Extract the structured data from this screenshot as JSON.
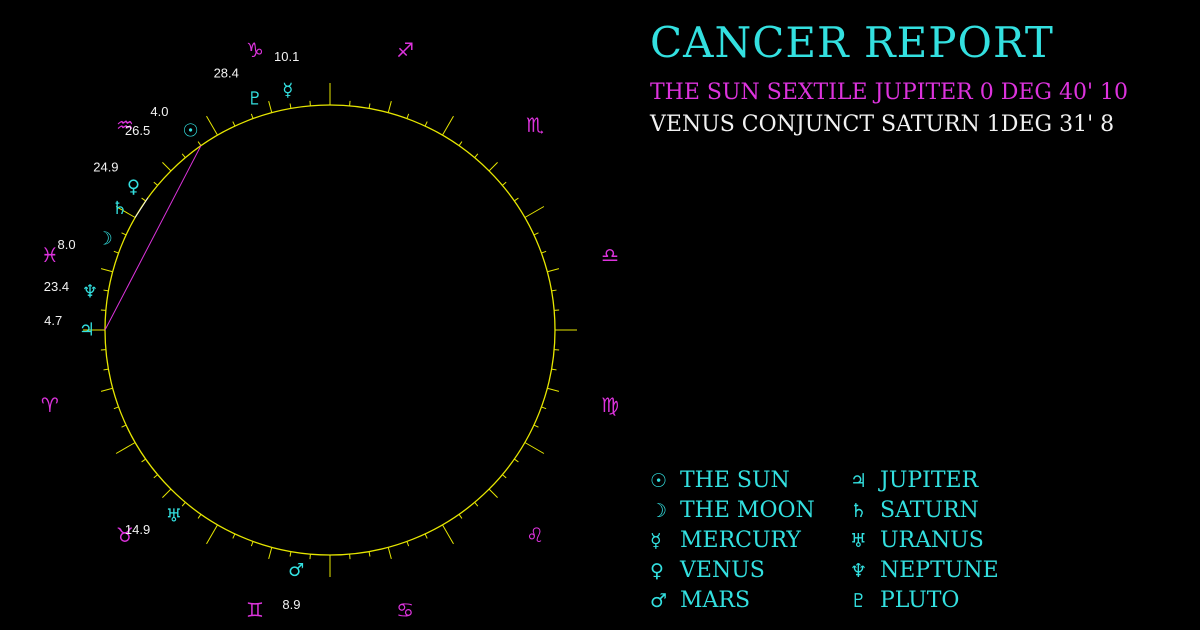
{
  "header": {
    "title": "Cancer Report",
    "aspects": [
      "The Sun sextile Jupiter 0 deg 40' 10",
      "Venus conjunct Saturn 1deg 31' 8"
    ]
  },
  "colors": {
    "cyan": "#33e0e0",
    "magenta": "#dd33dd",
    "yellow": "#e6e600",
    "white": "#f2f2f2"
  },
  "chart_data": {
    "type": "astrology-wheel",
    "signs": [
      {
        "name": "aries-icon",
        "glyph": "♈",
        "angle": 195
      },
      {
        "name": "taurus-icon",
        "glyph": "♉",
        "angle": 225
      },
      {
        "name": "gemini-icon",
        "glyph": "♊",
        "angle": 255
      },
      {
        "name": "cancer-icon",
        "glyph": "♋",
        "angle": 285
      },
      {
        "name": "leo-icon",
        "glyph": "♌",
        "angle": 315
      },
      {
        "name": "virgo-icon",
        "glyph": "♍",
        "angle": 345
      },
      {
        "name": "libra-icon",
        "glyph": "♎",
        "angle": 15
      },
      {
        "name": "scorpio-icon",
        "glyph": "♏",
        "angle": 45
      },
      {
        "name": "sagittarius-icon",
        "glyph": "♐",
        "angle": 75
      },
      {
        "name": "capricorn-icon",
        "glyph": "♑",
        "angle": 105
      },
      {
        "name": "aquarius-icon",
        "glyph": "♒",
        "angle": 135
      },
      {
        "name": "pisces-icon",
        "glyph": "♓",
        "angle": 165
      }
    ],
    "planets": [
      {
        "name": "sun",
        "glyph": "☉",
        "degree": "4.0",
        "angle": 125,
        "label_angle": 128
      },
      {
        "name": "moon",
        "glyph": "☽",
        "degree": "8.0",
        "angle": 158,
        "label_angle": 162
      },
      {
        "name": "mercury",
        "glyph": "☿",
        "degree": "10.1",
        "angle": 100,
        "label_angle": 99
      },
      {
        "name": "venus",
        "glyph": "♀",
        "degree": "24.9",
        "angle": 144,
        "label_angle": 144
      },
      {
        "name": "mars",
        "glyph": "♂",
        "degree": "8.9",
        "angle": 262,
        "label_angle": 262
      },
      {
        "name": "jupiter",
        "glyph": "♃",
        "degree": "4.7",
        "angle": 180,
        "label_angle": 178
      },
      {
        "name": "saturn",
        "glyph": "♄",
        "degree": "26.5",
        "angle": 150,
        "label_angle": 134
      },
      {
        "name": "uranus",
        "glyph": "♅",
        "degree": "14.9",
        "angle": 230,
        "label_angle": 226
      },
      {
        "name": "neptune",
        "glyph": "♆",
        "degree": "23.4",
        "angle": 171,
        "label_angle": 171
      },
      {
        "name": "pluto",
        "glyph": "♇",
        "degree": "28.4",
        "angle": 108,
        "label_angle": 112
      }
    ],
    "aspect_lines": [
      {
        "from": "sun",
        "to": "jupiter"
      },
      {
        "from": "venus",
        "to": "saturn"
      }
    ]
  },
  "legend": [
    {
      "symbol": "☉",
      "label": "The Sun"
    },
    {
      "symbol": "♃",
      "label": "Jupiter"
    },
    {
      "symbol": "☽",
      "label": "The Moon"
    },
    {
      "symbol": "♄",
      "label": "Saturn"
    },
    {
      "symbol": "☿",
      "label": "Mercury"
    },
    {
      "symbol": "♅",
      "label": "Uranus"
    },
    {
      "symbol": "♀",
      "label": "Venus"
    },
    {
      "symbol": "♆",
      "label": "Neptune"
    },
    {
      "symbol": "♂",
      "label": "Mars"
    },
    {
      "symbol": "♇",
      "label": "Pluto"
    }
  ]
}
